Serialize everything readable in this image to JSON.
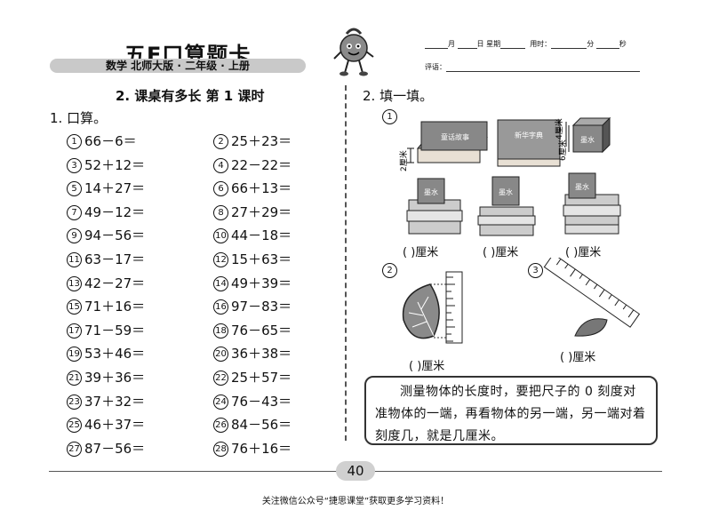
{
  "header": {
    "brand": "五E口算题卡",
    "subtitle": "数学  北师大版 · 二年级 · 上册",
    "date_labels": [
      "月",
      "日",
      "星期",
      "用时：",
      "分",
      "秒"
    ],
    "review_label": "评语："
  },
  "left": {
    "section_title": "2. 课桌有多长   第 1 课时",
    "q_label": "1. 口算。",
    "problems": [
      {
        "n": "1",
        "text": "66－6＝"
      },
      {
        "n": "2",
        "text": "25＋23＝"
      },
      {
        "n": "3",
        "text": "52＋12＝"
      },
      {
        "n": "4",
        "text": "22－22＝"
      },
      {
        "n": "5",
        "text": "14＋27＝"
      },
      {
        "n": "6",
        "text": "66＋13＝"
      },
      {
        "n": "7",
        "text": "49－12＝"
      },
      {
        "n": "8",
        "text": "27＋29＝"
      },
      {
        "n": "9",
        "text": "94－56＝"
      },
      {
        "n": "10",
        "text": "44－18＝"
      },
      {
        "n": "11",
        "text": "63－17＝"
      },
      {
        "n": "12",
        "text": "15＋63＝"
      },
      {
        "n": "13",
        "text": "42－27＝"
      },
      {
        "n": "14",
        "text": "49＋39＝"
      },
      {
        "n": "15",
        "text": "71＋16＝"
      },
      {
        "n": "16",
        "text": "97－83＝"
      },
      {
        "n": "17",
        "text": "71－59＝"
      },
      {
        "n": "18",
        "text": "76－65＝"
      },
      {
        "n": "19",
        "text": "53＋46＝"
      },
      {
        "n": "20",
        "text": "36＋38＝"
      },
      {
        "n": "21",
        "text": "39＋36＝"
      },
      {
        "n": "22",
        "text": "25＋57＝"
      },
      {
        "n": "23",
        "text": "37＋32＝"
      },
      {
        "n": "24",
        "text": "76－43＝"
      },
      {
        "n": "25",
        "text": "46＋37＝"
      },
      {
        "n": "26",
        "text": "84－56＝"
      },
      {
        "n": "27",
        "text": "87－56＝"
      },
      {
        "n": "28",
        "text": "76＋16＝"
      }
    ]
  },
  "right": {
    "q_label": "2. 填一填。",
    "part_labels": [
      "1",
      "2",
      "3"
    ],
    "book1_title": "童话故事",
    "book2_title": "新华字典",
    "ink_label": "墨水",
    "dim_2cm": "2厘米",
    "dim_4cm": "4厘米",
    "dim_6cm": "6厘米",
    "answer_blank": "(    )厘米",
    "note": "测量物体的长度时，要把尺子的 0 刻度对准物体的一端，再看物体的另一端，另一端对着刻度几，就是几厘米。"
  },
  "footer": {
    "page_number": "40",
    "text": "关注微信公众号“捷思课堂”获取更多学习资料！"
  }
}
